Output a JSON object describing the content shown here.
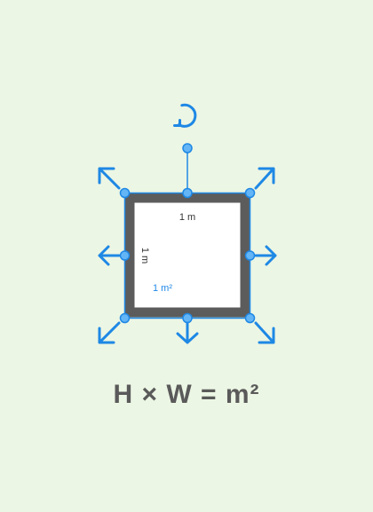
{
  "room": {
    "width_label": "1 m",
    "height_label": "1 m",
    "area_label": "1 m²"
  },
  "formula": "H × W = m²",
  "colors": {
    "background": "#ecf6e4",
    "wall": "#5c5c5c",
    "selection": "#1e88e5",
    "handle_fill": "#64b5f6",
    "area_text": "#1e88e5",
    "formula_text": "#5a5a5a"
  },
  "icons": [
    "rotate-icon",
    "resize-arrow-icon"
  ]
}
